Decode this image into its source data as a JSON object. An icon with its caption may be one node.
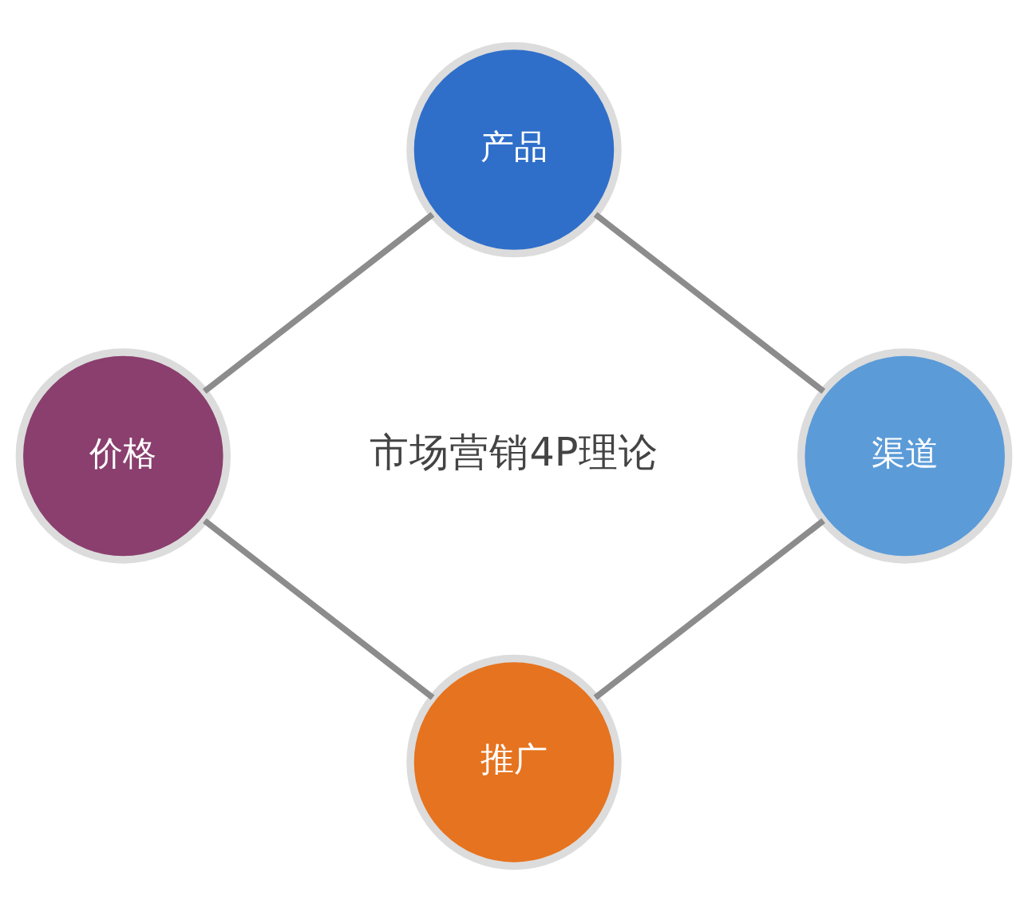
{
  "diagram": {
    "nodes": [
      {
        "text": [
          "产品"
        ]
      },
      {
        "text": [
          "渠道"
        ]
      },
      {
        "text": [
          "推广"
        ]
      },
      {
        "text": [
          "价格"
        ]
      }
    ],
    "edges": [
      {
        "from": 0,
        "to": 1,
        "arrow": "none"
      },
      {
        "from": 1,
        "to": 2,
        "arrow": "none"
      },
      {
        "from": 2,
        "to": 3,
        "arrow": "none"
      },
      {
        "from": 3,
        "to": 0,
        "arrow": "none"
      }
    ],
    "labels": [
      "市场营销4P理论"
    ]
  }
}
